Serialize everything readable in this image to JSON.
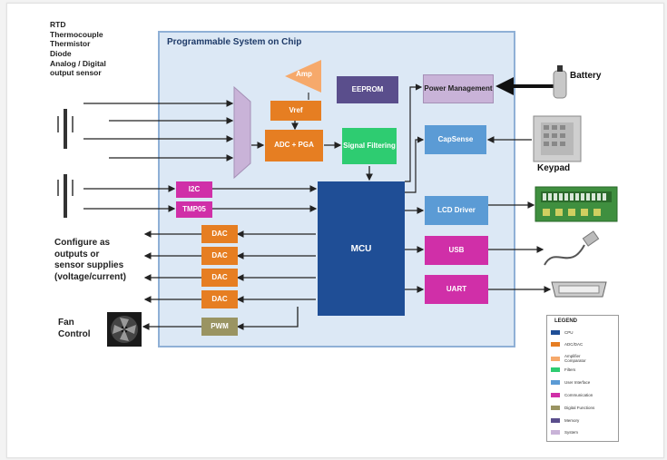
{
  "inputs_label": [
    "RTD",
    "Thermocouple",
    "Thermistor",
    "Diode",
    "Analog / Digital",
    "output sensor"
  ],
  "configure_label": [
    "Configure as",
    "outputs or",
    "sensor supplies",
    "(voltage/current)"
  ],
  "fan_label": [
    "Fan",
    "Control"
  ],
  "chip_title": "Programmable System on Chip",
  "blocks": {
    "amp": "Amp",
    "eeprom": "EEPROM",
    "vref": "Vref",
    "adc_pga": "ADC + PGA",
    "signal_filtering": "Signal Filtering",
    "power_management": "Power Management",
    "capsense": "CapSense",
    "i2c": "I2C",
    "tmp05": "TMP05",
    "mcu": "MCU",
    "lcd_driver": "LCD Driver",
    "usb": "USB",
    "uart": "UART",
    "dac": "DAC",
    "pwm": "PWM"
  },
  "externals": {
    "battery": "Battery",
    "keypad": "Keypad"
  },
  "legend": {
    "title": "LEGEND",
    "items": [
      {
        "label": "CPU",
        "color": "#1f4e96"
      },
      {
        "label": "ADC/DAC",
        "color": "#e67e22"
      },
      {
        "label": "Amplifier Comparator",
        "color": "#f6a96b"
      },
      {
        "label": "Filters",
        "color": "#2ecc71"
      },
      {
        "label": "User Interface",
        "color": "#5b9bd5"
      },
      {
        "label": "Communication",
        "color": "#d02fa8"
      },
      {
        "label": "Digital Functions",
        "color": "#9a9462"
      },
      {
        "label": "Memory",
        "color": "#5a4e8c"
      },
      {
        "label": "System",
        "color": "#c9b3d8"
      }
    ]
  },
  "colors": {
    "cpu": "#1f4e96",
    "adc": "#e67e22",
    "amp": "#f6a96b",
    "filter": "#2ecc71",
    "ui": "#5b9bd5",
    "comm": "#d02fa8",
    "digital": "#9a9462",
    "memory": "#5a4e8c",
    "system": "#c9b3d8",
    "chip_bg": "#dce8f5"
  }
}
